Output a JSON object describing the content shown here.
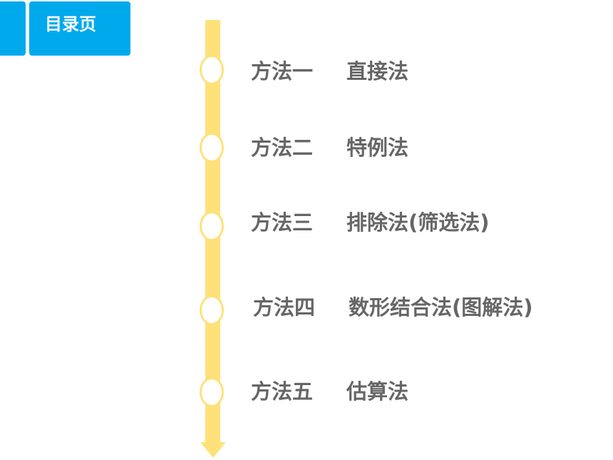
{
  "header": {
    "toc_label": "目录页"
  },
  "colors": {
    "accent": "#00a9ec",
    "timeline": "#ffe17a",
    "text": "#666666"
  },
  "items": [
    {
      "method": "方法一",
      "name": "直接法"
    },
    {
      "method": "方法二",
      "name": "特例法"
    },
    {
      "method": "方法三",
      "name": "排除法(筛选法)"
    },
    {
      "method": "方法四",
      "name": "数形结合法(图解法)"
    },
    {
      "method": "方法五",
      "name": "估算法"
    }
  ]
}
